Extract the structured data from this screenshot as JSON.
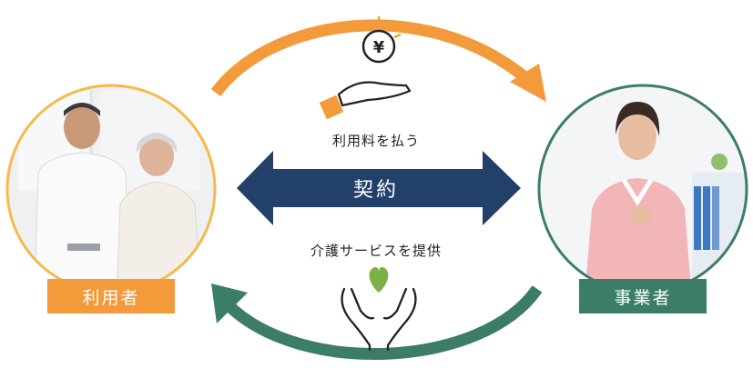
{
  "parties": {
    "user": {
      "label": "利用者"
    },
    "business": {
      "label": "事業者"
    }
  },
  "flows": {
    "payment": {
      "label": "利用料を払う",
      "icon": "yen-coin-hand-icon"
    },
    "care": {
      "label": "介護サービスを提供",
      "icon": "heart-hands-icon"
    }
  },
  "contract": {
    "label": "契約"
  },
  "colors": {
    "orange": "#F39A3B",
    "green": "#3C7D69",
    "navy": "#23406B",
    "user_circle": "#F6B94C",
    "biz_circle": "#3C7D69",
    "heart": "#7DB045"
  },
  "icons": [
    "user-photo-icon",
    "business-photo-icon"
  ]
}
